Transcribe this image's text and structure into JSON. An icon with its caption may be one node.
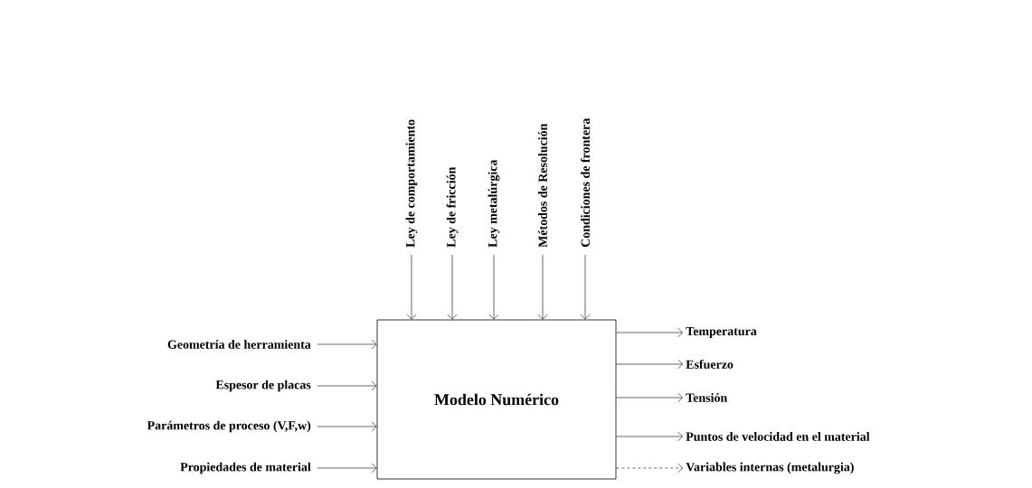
{
  "diagram": {
    "nodes": [
      {
        "text": [
          "Modelo Numérico"
        ]
      },
      {
        "text": [
          "Ley de comportamiento"
        ]
      },
      {
        "text": [
          "Ley de fricción"
        ]
      },
      {
        "text": [
          "Ley metalúrgica"
        ]
      },
      {
        "text": [
          "Métodos de Resolución"
        ]
      },
      {
        "text": [
          "Condiciones  de frontera"
        ]
      },
      {
        "text": [
          "Geometría de herramienta"
        ]
      },
      {
        "text": [
          "Espesor de placas"
        ]
      },
      {
        "text": [
          "Parámetros  de proceso (V,F,w)"
        ]
      },
      {
        "text": [
          "Propiedades  de material"
        ]
      },
      {
        "text": [
          "Temperatura"
        ]
      },
      {
        "text": [
          "Esfuerzo"
        ]
      },
      {
        "text": [
          "Tensión"
        ]
      },
      {
        "text": [
          "Puntos  de velocidad  en el material"
        ]
      },
      {
        "text": [
          "Variables internas  (metalurgia)"
        ]
      }
    ],
    "edges": [
      {
        "from": 1,
        "to": 0,
        "arrow": "to"
      },
      {
        "from": 2,
        "to": 0,
        "arrow": "to"
      },
      {
        "from": 3,
        "to": 0,
        "arrow": "to"
      },
      {
        "from": 4,
        "to": 0,
        "arrow": "to"
      },
      {
        "from": 5,
        "to": 0,
        "arrow": "to"
      },
      {
        "from": 6,
        "to": 0,
        "arrow": "to"
      },
      {
        "from": 7,
        "to": 0,
        "arrow": "to"
      },
      {
        "from": 8,
        "to": 0,
        "arrow": "to"
      },
      {
        "from": 9,
        "to": 0,
        "arrow": "to"
      },
      {
        "from": 0,
        "to": 10,
        "arrow": "to"
      },
      {
        "from": 0,
        "to": 11,
        "arrow": "to"
      },
      {
        "from": 0,
        "to": 12,
        "arrow": "to"
      },
      {
        "from": 0,
        "to": 13,
        "arrow": "to"
      },
      {
        "from": 0,
        "to": 14,
        "arrow": "to",
        "style": "dashed"
      }
    ]
  }
}
